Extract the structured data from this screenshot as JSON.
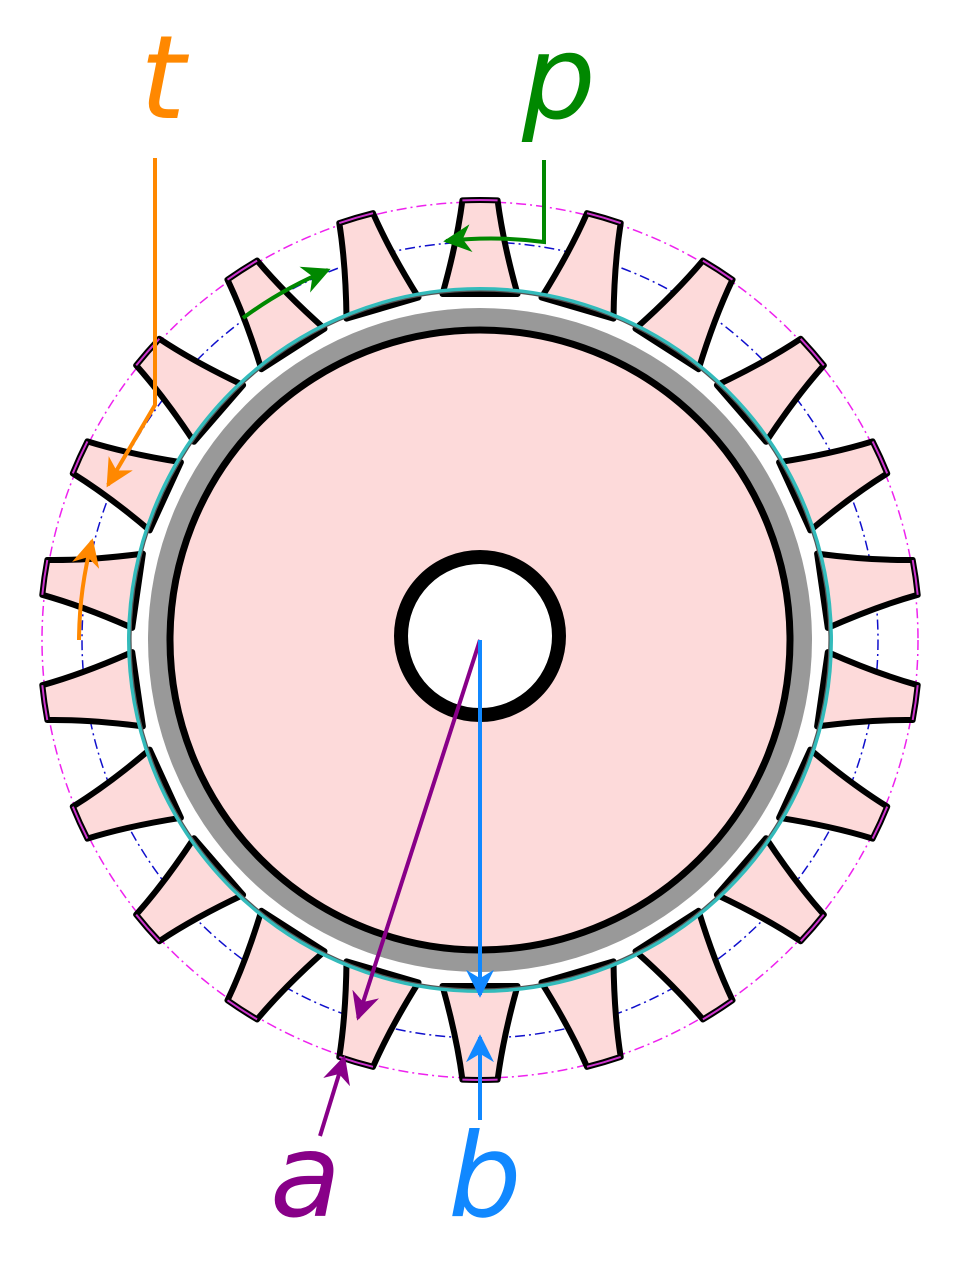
{
  "diagram": {
    "tooth_count": 22,
    "labels": {
      "t": "t",
      "p": "p",
      "a": "a",
      "b": "b"
    },
    "colors": {
      "tooth_fill": "#fddada",
      "outline": "#000000",
      "rim": "#999999",
      "rim_edge": "#33bbbb",
      "pitch_circle": "#1010cc",
      "tip_circle": "#ee22ee",
      "tip_edge": "#cc33cc",
      "hub_fill": "#ffffff",
      "t_color": "#ff8800",
      "p_color": "#008800",
      "a_color": "#880088",
      "b_color": "#1188ff"
    }
  }
}
